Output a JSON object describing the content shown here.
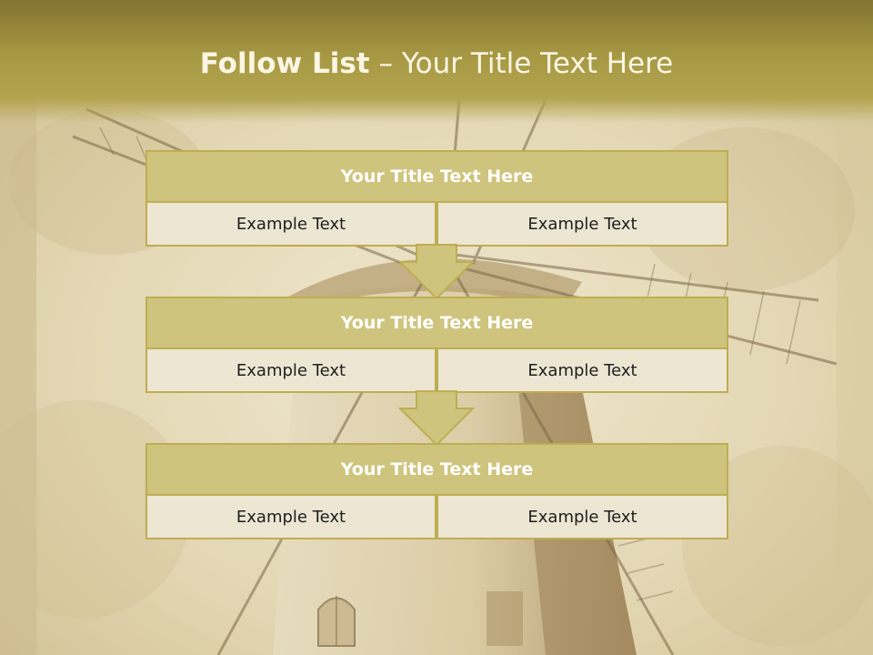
{
  "slide": {
    "title_bold": "Follow List",
    "title_rest": "– Your Title Text Here"
  },
  "rows": [
    {
      "title": "Your Title Text Here",
      "left": "Example Text",
      "right": "Example Text"
    },
    {
      "title": "Your Title Text Here",
      "left": "Example Text",
      "right": "Example Text"
    },
    {
      "title": "Your Title Text Here",
      "left": "Example Text",
      "right": "Example Text"
    }
  ],
  "colors": {
    "header_band": "#a79843",
    "box_header": "#cfc47d",
    "box_cell": "#ece6d3",
    "box_border": "#bfad52",
    "arrow_fill": "#cfc47d"
  },
  "icons": {
    "arrow": "down-arrow-icon",
    "background": "windmill-background"
  }
}
